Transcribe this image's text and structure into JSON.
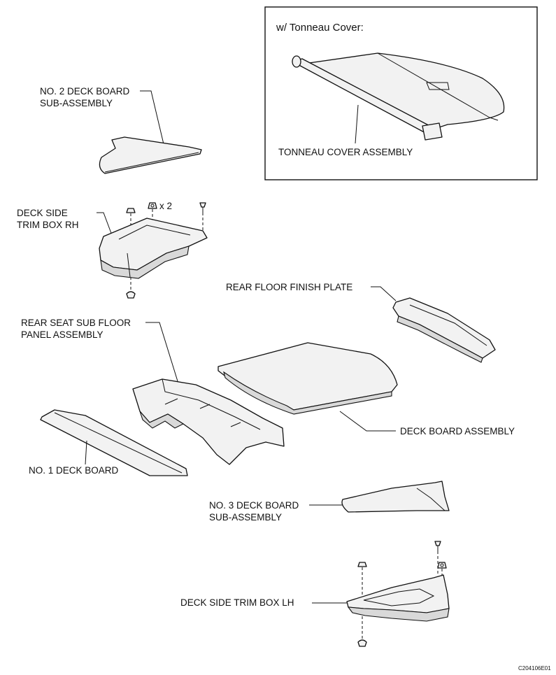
{
  "inset": {
    "title": "w/ Tonneau Cover:"
  },
  "labels": {
    "tonneau_cover": "TONNEAU COVER ASSEMBLY",
    "no2_deck_board_line1": "NO. 2 DECK BOARD",
    "no2_deck_board_line2": "SUB-ASSEMBLY",
    "deck_side_trim_rh_line1": "DECK SIDE",
    "deck_side_trim_rh_line2": "TRIM BOX RH",
    "quantity_x2": "x 2",
    "rear_floor_finish_plate": "REAR FLOOR FINISH PLATE",
    "rear_seat_sub_floor_line1": "REAR SEAT SUB FLOOR",
    "rear_seat_sub_floor_line2": "PANEL ASSEMBLY",
    "deck_board_assembly": "DECK BOARD ASSEMBLY",
    "no1_deck_board": "NO. 1 DECK BOARD",
    "no3_deck_board_line1": "NO. 3 DECK BOARD",
    "no3_deck_board_line2": "SUB-ASSEMBLY",
    "deck_side_trim_lh": "DECK SIDE TRIM BOX LH"
  },
  "figure_code": "C204106E01"
}
